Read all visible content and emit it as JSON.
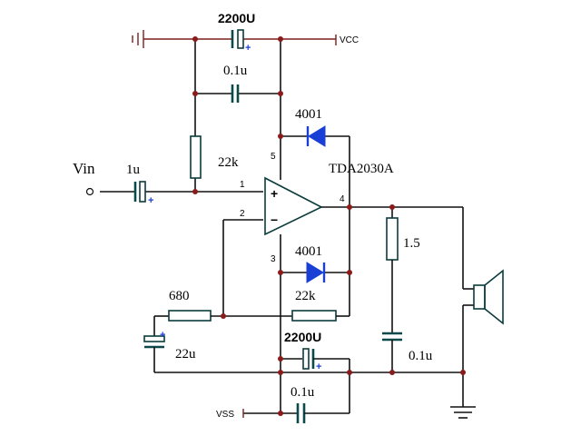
{
  "rails": {
    "vcc": "VCC",
    "vss": "VSS"
  },
  "ic": {
    "name": "TDA2030A",
    "pin_plus": "+",
    "pin_minus": "−",
    "pins": {
      "p1": "1",
      "p2": "2",
      "p3": "3",
      "p4": "4",
      "p5": "5"
    }
  },
  "input": {
    "label": "Vin"
  },
  "components": {
    "c_top_elec": "2200U",
    "c_top_cer": "0.1u",
    "r_bias": "22k",
    "c_in": "1u",
    "d_top": "4001",
    "d_bot": "4001",
    "r_fb_label": "22k",
    "r_680": "680",
    "c_22u": "22u",
    "c_bot_elec": "2200U",
    "c_bot_cer": "0.1u",
    "r_zobel": "1.5",
    "c_zobel": "0.1u"
  },
  "colors": {
    "wire": "#111111",
    "rail": "#7a1f1f",
    "diode": "#1a3fd6",
    "junction": "#8a1b1b"
  }
}
